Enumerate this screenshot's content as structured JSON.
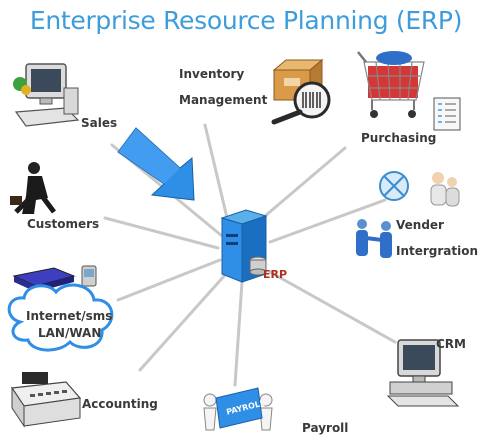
{
  "title": "Enterprise Resource Planning (ERP)",
  "center": {
    "label": "ERP"
  },
  "modules": {
    "inventory": {
      "line1": "Inventory",
      "line2": "Management"
    },
    "purchasing": {
      "label": "Purchasing"
    },
    "sales": {
      "label": "Sales"
    },
    "customers": {
      "label": "Customers"
    },
    "vender": {
      "line1": "Vender",
      "line2": "Intergration"
    },
    "internet": {
      "line1": "Internet/sms",
      "line2": "LAN/WAN"
    },
    "crm": {
      "label": "CRM"
    },
    "accounting": {
      "label": "Accounting"
    },
    "payroll": {
      "label": "Payroll",
      "badge": "PAYROLL"
    }
  },
  "colors": {
    "title": "#3d9ddc",
    "connector": "#c8c8c8",
    "arrow": "#2f8ee6",
    "erp_label": "#b03020",
    "label": "#3a3a3a"
  },
  "icons": [
    "computer-icon",
    "boxes-barcode-icon",
    "shopping-cart-icon",
    "businessman-icon",
    "handshake-icon",
    "router-icon",
    "calculator-icon",
    "server-icon"
  ]
}
